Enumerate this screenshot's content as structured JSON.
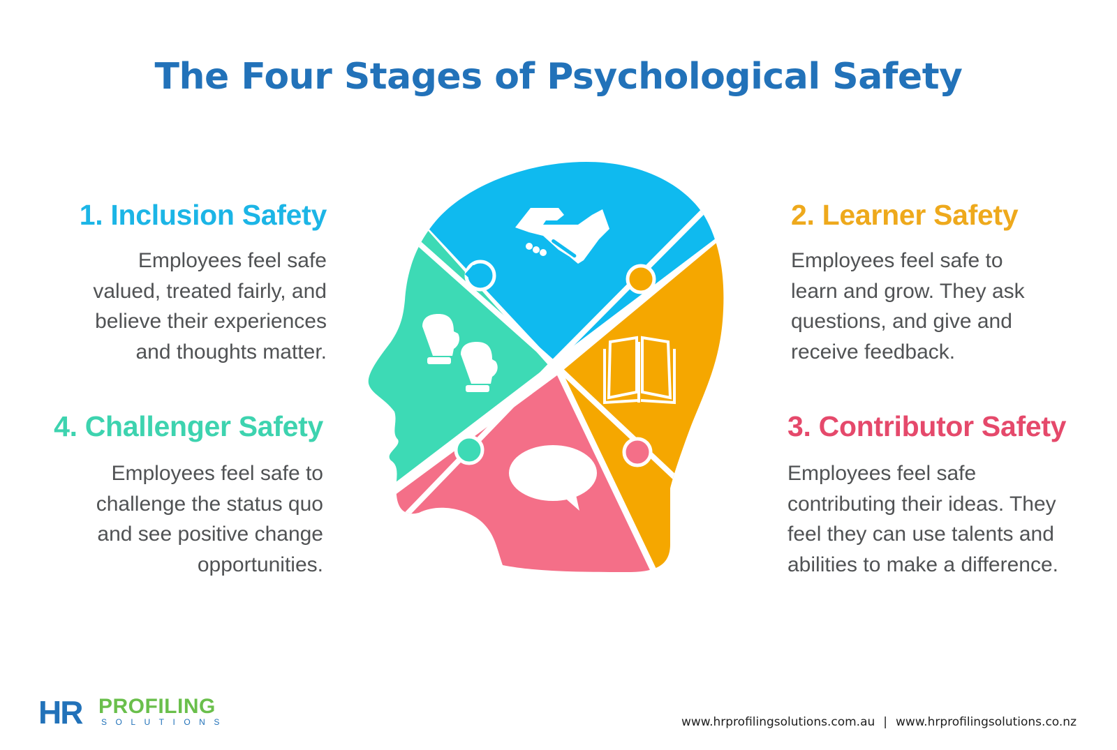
{
  "title": "The Four Stages of Psychological Safety",
  "stages": [
    {
      "number": "1",
      "heading": "1. Inclusion Safety",
      "color": "#1cb5e6",
      "lines": [
        "Employees feel safe",
        "valued, treated fairly, and",
        "believe their experiences",
        "and thoughts matter."
      ],
      "icon": "handshake-icon"
    },
    {
      "number": "2",
      "heading": "2. Learner Safety",
      "color": "#eea91c",
      "lines": [
        "Employees feel safe to",
        "learn and grow. They ask",
        "questions, and give and",
        "receive feedback."
      ],
      "icon": "open-book-icon"
    },
    {
      "number": "3",
      "heading": "3. Contributor Safety",
      "color": "#e5496b",
      "lines": [
        "Employees feel safe",
        "contributing their ideas. They",
        "feel they can use talents and",
        "abilities to make a difference."
      ],
      "icon": "speech-bubble-icon"
    },
    {
      "number": "4",
      "heading": "4. Challenger Safety",
      "color": "#3dd3af",
      "lines": [
        "Employees feel safe to",
        "challenge the status quo",
        "and see positive change",
        "opportunities."
      ],
      "icon": "boxing-gloves-icon"
    }
  ],
  "head_graphic": {
    "pieces": {
      "top": "#0fbaef",
      "right": "#f5a700",
      "bottom": "#f46f88",
      "left": "#3ddab5"
    }
  },
  "footer": {
    "logo": {
      "hr": "HR",
      "profiling": "PROFILING",
      "solutions": "SOLUTIONS"
    },
    "link_au": "www.hrprofilingsolutions.com.au",
    "separator": "|",
    "link_nz": "www.hrprofilingsolutions.co.nz"
  }
}
